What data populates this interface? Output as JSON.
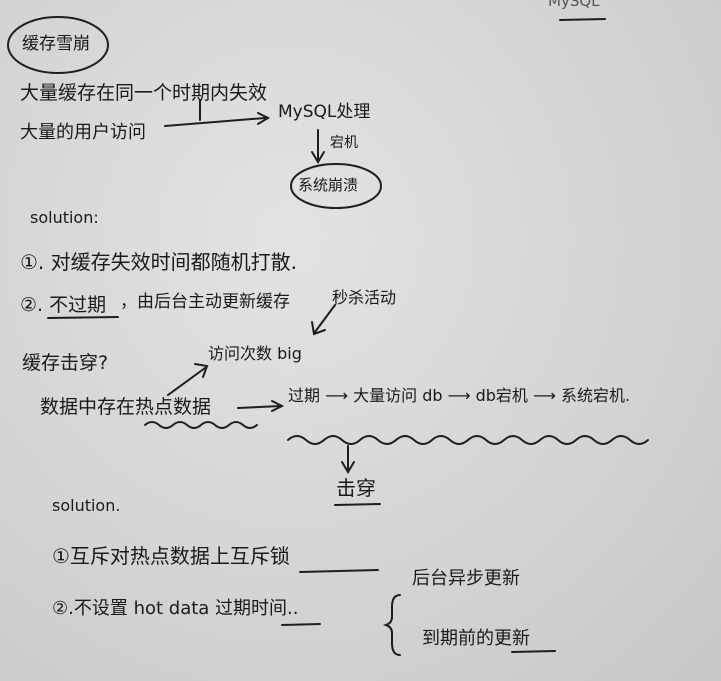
{
  "notes": {
    "corner_top": "MySQL",
    "title": "缓存雪崩",
    "line1": "大量缓存在同一个时期内失效",
    "line2_left": "大量的用户访问",
    "line2_right": "MySQL处理",
    "crash_label": "宕机",
    "system_crash": "系统崩溃",
    "solution_1_title": "solution:",
    "sol1_item1": "①. 对缓存失效时间都随机打散.",
    "sol1_item2_a": "②. 不过期",
    "sol1_item2_b": "，由后台主动更新缓存",
    "promo_label": "秒杀活动",
    "breakdown_title": "缓存击穿?",
    "hot_access": "访问次数 big",
    "data_hot": "数据中存在热点数据",
    "chain": "过期 ⟶ 大量访问 db ⟶ db宕机 ⟶ 系统宕机.",
    "result": "击穿",
    "solution_2_title": "solution.",
    "sol2_item1": "①互斥对热点数据上互斥锁",
    "sol2_item2": "②.不设置 hot data 过期时间..",
    "brace_opt1": "后台异步更新",
    "brace_opt2": "到期前的更新"
  }
}
